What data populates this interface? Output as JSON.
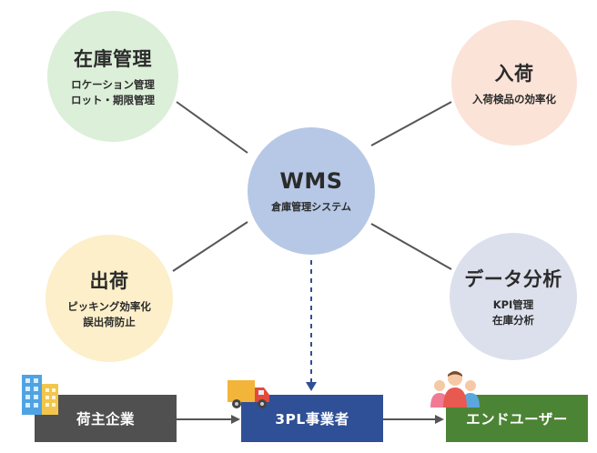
{
  "center": {
    "title": "WMS",
    "subtitle": "倉庫管理システム"
  },
  "nodes": {
    "inventory": {
      "title": "在庫管理",
      "lines": [
        "ロケーション管理",
        "ロット・期限管理"
      ]
    },
    "receiving": {
      "title": "入荷",
      "lines": [
        "入荷検品の効率化"
      ]
    },
    "shipping": {
      "title": "出荷",
      "lines": [
        "ピッキング効率化",
        "誤出荷防止"
      ]
    },
    "analysis": {
      "title": "データ分析",
      "lines": [
        "KPI管理",
        "在庫分析"
      ]
    }
  },
  "flow": {
    "shipper": "荷主企業",
    "provider": "3PL事業者",
    "end_user": "エンドユーザー"
  },
  "colors": {
    "inventory": "#dcefd9",
    "receiving": "#fbe3d8",
    "shipping": "#fcefc9",
    "analysis": "#dbe0ec",
    "center": "#b6c8e6",
    "shipper_box": "#505050",
    "provider_box": "#2f4f96",
    "end_user_box": "#4c8436",
    "connector": "#555555",
    "dashed_connector": "#2f4f96"
  },
  "icons": {
    "shipper": "office-building-icon",
    "provider": "delivery-truck-icon",
    "end_user": "people-icon"
  }
}
